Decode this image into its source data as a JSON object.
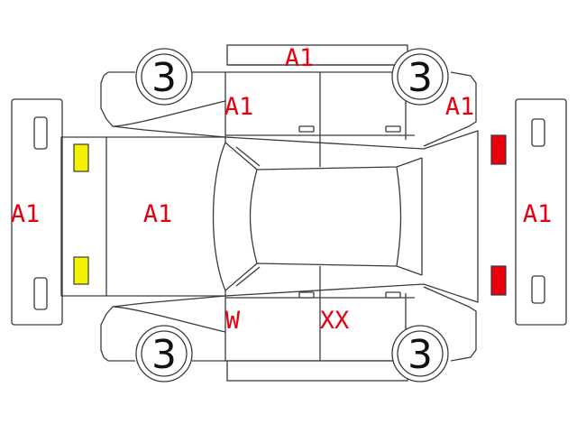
{
  "tires": {
    "front_left": "3",
    "rear_left": "3",
    "front_right": "3",
    "rear_right": "3"
  },
  "codes": {
    "roof_top": "A1",
    "front_left_door": "A1",
    "rear_left_quarter": "A1",
    "front_bumper": "A1",
    "hood": "A1",
    "rear_bumper": "A1",
    "front_right_door": "W",
    "rear_right_door": "XX"
  },
  "colors": {
    "code_text": "#e8000f",
    "front_lamp": "#f2f200",
    "rear_lamp": "#e8000f",
    "outline": "#3a3a3a"
  }
}
